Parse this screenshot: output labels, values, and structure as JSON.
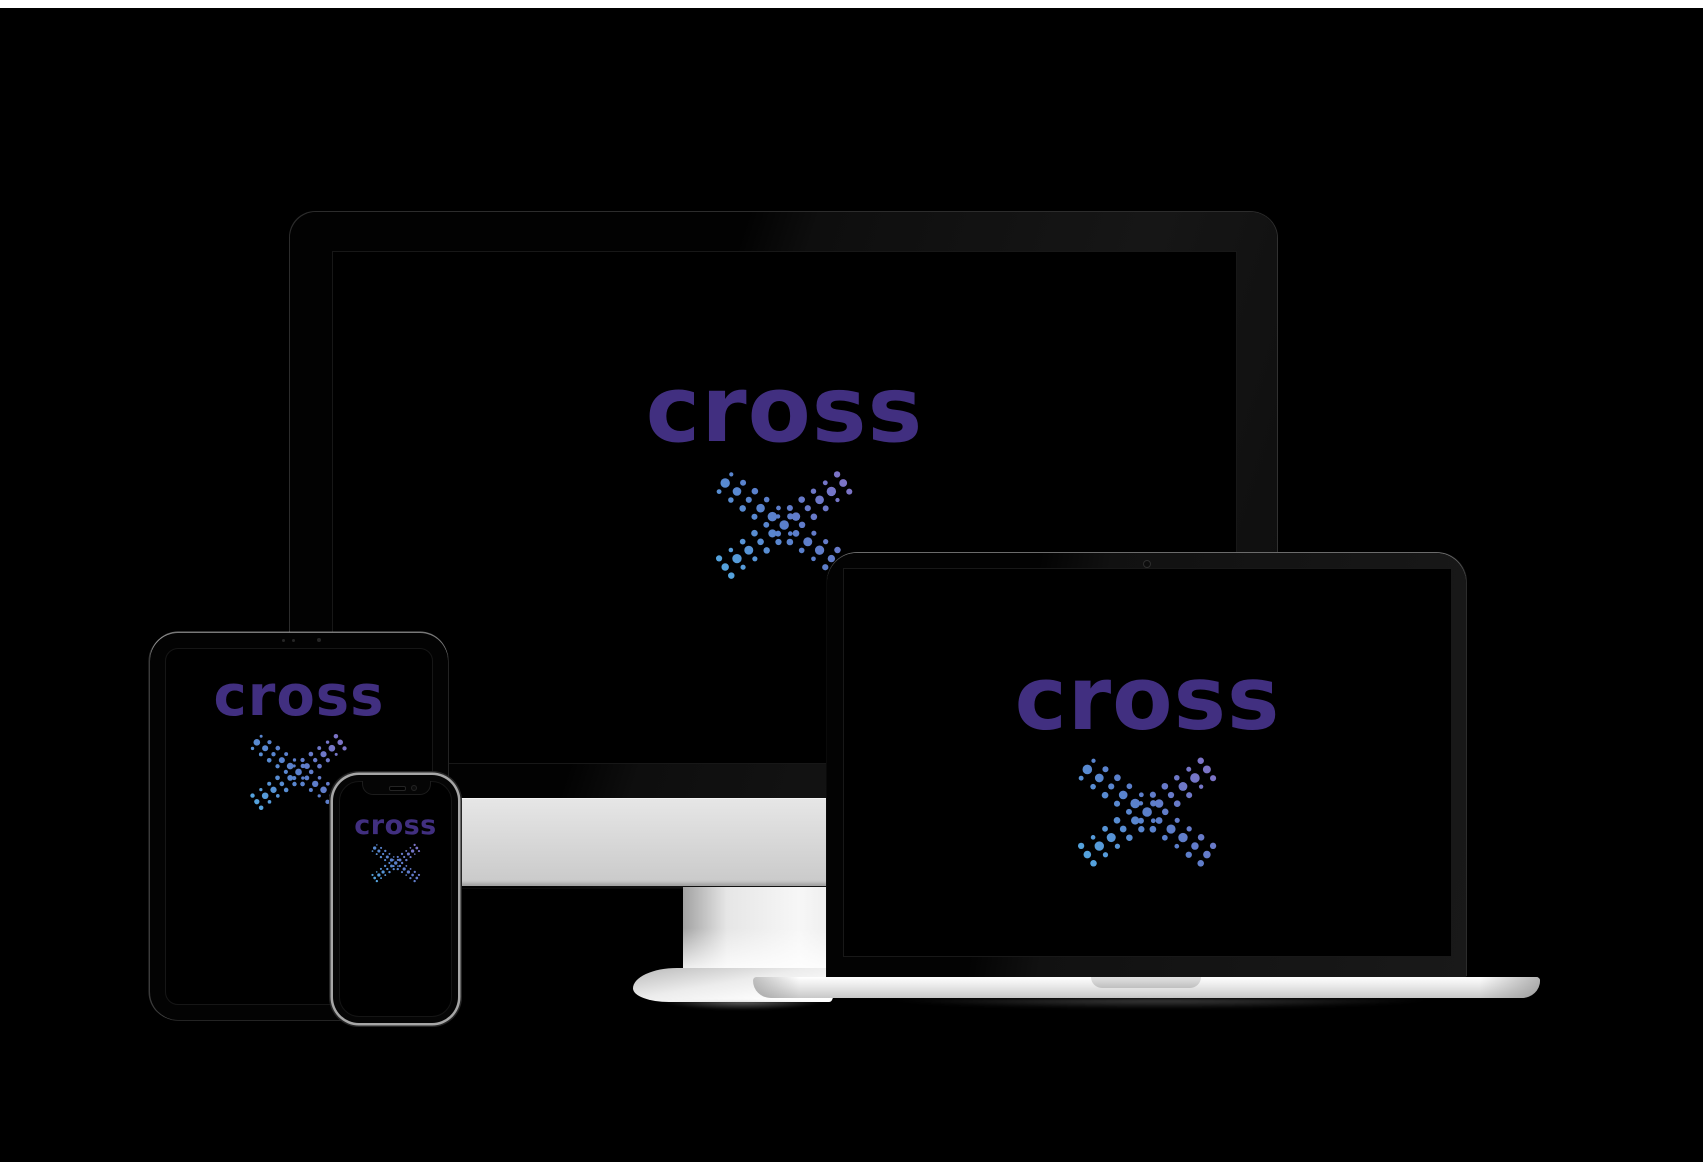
{
  "canvas": {
    "background_color": "#000000",
    "top_strip_color": "#ffffff",
    "bottom_strip_color": "#ffffff"
  },
  "brand": {
    "wordmark": "cross",
    "wordmark_color": "#412F80",
    "x_gradient_start": "#53ACE2",
    "x_gradient_mid": "#5A7FCB",
    "x_gradient_end": "#8570C5"
  },
  "devices": {
    "desktop_monitor": {
      "logo_text": "cross"
    },
    "laptop": {
      "logo_text": "cross"
    },
    "tablet": {
      "logo_text": "cross"
    },
    "phone": {
      "logo_text": "cross"
    }
  }
}
